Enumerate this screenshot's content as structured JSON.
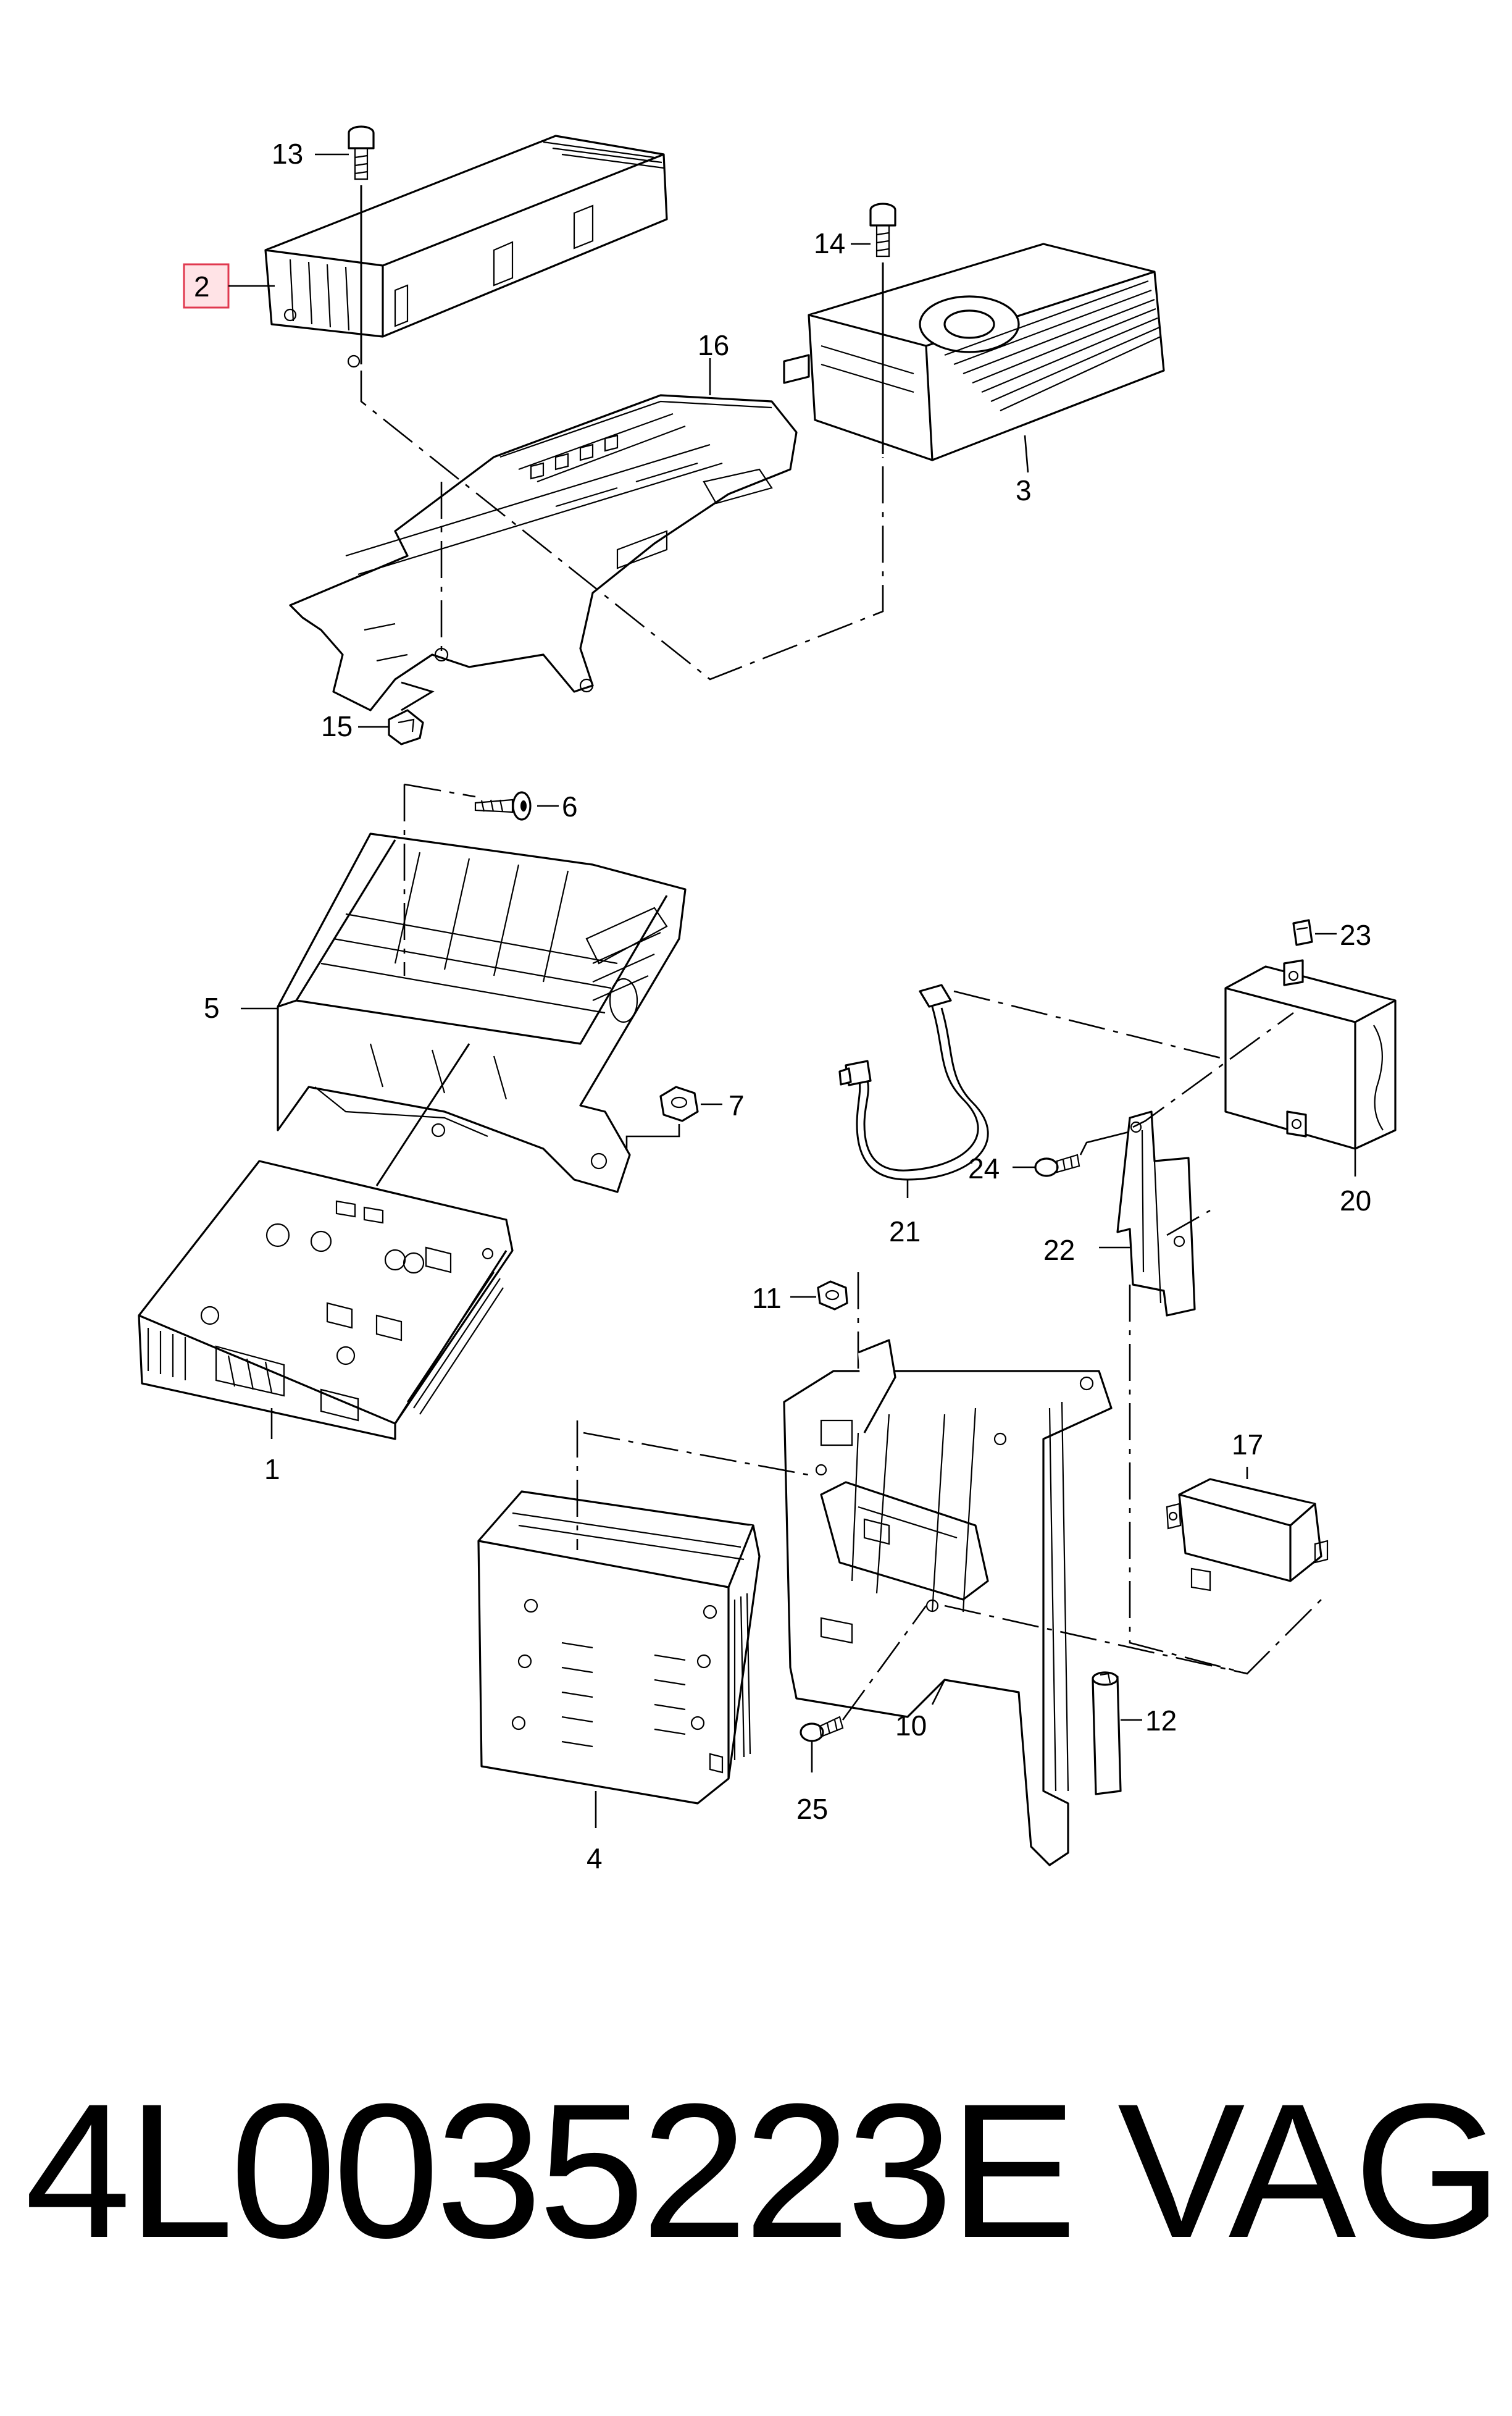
{
  "callouts": {
    "c1": "1",
    "c2": "2",
    "c3": "3",
    "c4": "4",
    "c5": "5",
    "c6": "6",
    "c7": "7",
    "c10": "10",
    "c11": "11",
    "c12": "12",
    "c13": "13",
    "c14": "14",
    "c15": "15",
    "c16": "16",
    "c17": "17",
    "c20": "20",
    "c21": "21",
    "c22": "22",
    "c23": "23",
    "c24": "24",
    "c25": "25"
  },
  "highlight": {
    "callout": "2",
    "color": "#e0394f",
    "fill": "#ffe3e6"
  },
  "footer": {
    "part_number": "4L0035223E",
    "brand": "VAG"
  }
}
